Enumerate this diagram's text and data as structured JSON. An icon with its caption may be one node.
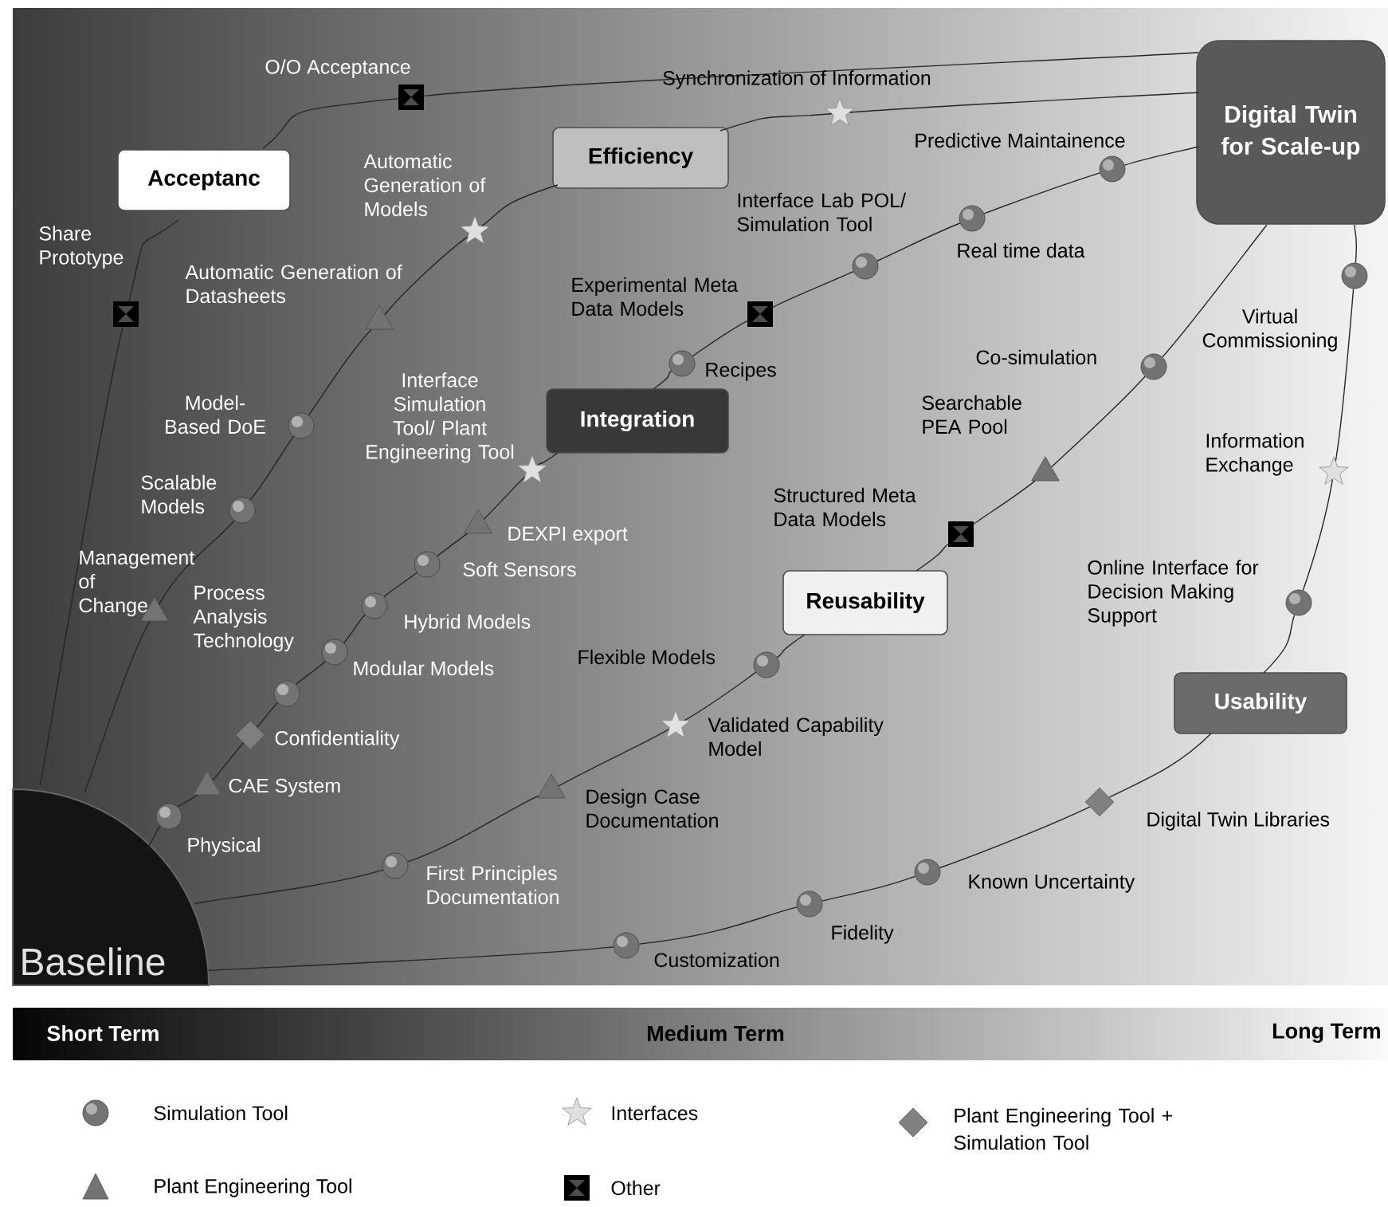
{
  "diagram": {
    "nodes": [
      {
        "text": [
          "Baseline"
        ]
      },
      {
        "text": [
          "Acceptanc"
        ]
      },
      {
        "text": [
          "Efficiency"
        ]
      },
      {
        "text": [
          "Integration"
        ]
      },
      {
        "text": [
          "Reusability"
        ]
      },
      {
        "text": [
          "Usability"
        ]
      },
      {
        "text": [
          "Digital Twin for Scale-up"
        ]
      },
      {
        "text": [],
        "shape": "square"
      },
      {
        "text": [],
        "shape": "square",
        "beside": [
          "O/O Acceptance"
        ]
      },
      {
        "text": [],
        "shape": "triangle",
        "beside": [
          "Management of Change"
        ]
      },
      {
        "text": [],
        "shape": "circle",
        "beside": [
          "Scalable Models"
        ]
      },
      {
        "text": [],
        "shape": "circle",
        "beside": [
          "Model-Based DoE"
        ]
      },
      {
        "text": [],
        "shape": "triangle",
        "beside": [
          "Automatic Generation of Datasheets"
        ]
      },
      {
        "text": [],
        "shape": "star",
        "beside": [
          "Automatic Generation of Models"
        ]
      },
      {
        "text": [],
        "shape": "star",
        "beside": [
          "Synchronization of Information"
        ]
      },
      {
        "text": [],
        "shape": "circle",
        "beside": [
          "Physical"
        ]
      },
      {
        "text": [],
        "shape": "triangle",
        "beside": [
          "CAE System"
        ]
      },
      {
        "text": [],
        "shape": "diamond",
        "beside": [
          "Confidentiality"
        ]
      },
      {
        "text": [],
        "shape": "circle",
        "beside": [
          "Process Analysis Technology"
        ]
      },
      {
        "text": [],
        "shape": "circle",
        "beside": [
          "Modular Models"
        ]
      },
      {
        "text": [],
        "shape": "circle",
        "beside": [
          "Hybrid Models"
        ]
      },
      {
        "text": [],
        "shape": "circle",
        "beside": [
          "Soft Sensors"
        ]
      },
      {
        "text": [],
        "shape": "triangle",
        "beside": [
          "DEXPI export"
        ]
      },
      {
        "text": [],
        "shape": "star",
        "beside": [
          "Interface Simulation Tool/ Plant Engineering Tool"
        ]
      },
      {
        "text": [],
        "shape": "circle",
        "beside": [
          "Recipes"
        ]
      },
      {
        "text": [],
        "shape": "square",
        "beside": [
          "Experimental Meta Data Models"
        ]
      },
      {
        "text": [],
        "shape": "circle",
        "beside": [
          "Interface Lab POL/ Simulation Tool"
        ]
      },
      {
        "text": [],
        "shape": "circle",
        "beside": [
          "Real time data"
        ]
      },
      {
        "text": [],
        "shape": "circle",
        "beside": [
          "Predictive Maintainence"
        ]
      },
      {
        "text": [],
        "shape": "circle",
        "beside": [
          "First Principles Documentation"
        ]
      },
      {
        "text": [],
        "shape": "triangle",
        "beside": [
          "Design Case Documentation"
        ]
      },
      {
        "text": [],
        "shape": "star",
        "beside": [
          "Validated Capability Model"
        ]
      },
      {
        "text": [],
        "shape": "circle",
        "beside": [
          "Flexible Models"
        ]
      },
      {
        "text": [],
        "shape": "square",
        "beside": [
          "Structured Meta Data Models"
        ]
      },
      {
        "text": [],
        "shape": "triangle",
        "beside": [
          "Searchable PEA Pool"
        ]
      },
      {
        "text": [],
        "shape": "circle",
        "beside": [
          "Co-simulation"
        ]
      },
      {
        "text": [],
        "shape": "circle",
        "beside": [
          "Customization"
        ]
      },
      {
        "text": [],
        "shape": "circle",
        "beside": [
          "Fidelity"
        ]
      },
      {
        "text": [],
        "shape": "circle",
        "beside": [
          "Known Uncertainty"
        ]
      },
      {
        "text": [],
        "shape": "diamond",
        "beside": [
          "Digital Twin Libraries"
        ]
      },
      {
        "text": [],
        "shape": "circle",
        "beside": [
          "Online Interface for Decision Making Support"
        ]
      },
      {
        "text": [],
        "shape": "star",
        "beside": [
          "Information Exchange"
        ]
      },
      {
        "text": [],
        "shape": "circle",
        "beside": [
          "Virtual Commissioning"
        ]
      }
    ],
    "edges": [
      {
        "from": 0,
        "to": 7,
        "arrow": "none"
      },
      {
        "from": 7,
        "to": 1,
        "arrow": "none"
      },
      {
        "from": 1,
        "to": 8,
        "arrow": "none"
      },
      {
        "from": 8,
        "to": 6,
        "arrow": "none"
      },
      {
        "from": 0,
        "to": 9,
        "arrow": "none"
      },
      {
        "from": 9,
        "to": 10,
        "arrow": "none"
      },
      {
        "from": 10,
        "to": 11,
        "arrow": "none"
      },
      {
        "from": 11,
        "to": 12,
        "arrow": "none"
      },
      {
        "from": 12,
        "to": 13,
        "arrow": "none"
      },
      {
        "from": 13,
        "to": 2,
        "arrow": "none"
      },
      {
        "from": 2,
        "to": 14,
        "arrow": "none"
      },
      {
        "from": 14,
        "to": 6,
        "arrow": "none"
      },
      {
        "from": 0,
        "to": 15,
        "arrow": "none"
      },
      {
        "from": 15,
        "to": 16,
        "arrow": "none"
      },
      {
        "from": 16,
        "to": 17,
        "arrow": "none"
      },
      {
        "from": 17,
        "to": 18,
        "arrow": "none"
      },
      {
        "from": 18,
        "to": 19,
        "arrow": "none"
      },
      {
        "from": 19,
        "to": 20,
        "arrow": "none"
      },
      {
        "from": 20,
        "to": 21,
        "arrow": "none"
      },
      {
        "from": 21,
        "to": 22,
        "arrow": "none"
      },
      {
        "from": 22,
        "to": 23,
        "arrow": "none"
      },
      {
        "from": 23,
        "to": 3,
        "arrow": "none"
      },
      {
        "from": 3,
        "to": 24,
        "arrow": "none"
      },
      {
        "from": 24,
        "to": 25,
        "arrow": "none"
      },
      {
        "from": 25,
        "to": 26,
        "arrow": "none"
      },
      {
        "from": 26,
        "to": 27,
        "arrow": "none"
      },
      {
        "from": 27,
        "to": 28,
        "arrow": "none"
      },
      {
        "from": 28,
        "to": 6,
        "arrow": "none"
      },
      {
        "from": 0,
        "to": 29,
        "arrow": "none"
      },
      {
        "from": 29,
        "to": 30,
        "arrow": "none"
      },
      {
        "from": 30,
        "to": 31,
        "arrow": "none"
      },
      {
        "from": 31,
        "to": 32,
        "arrow": "none"
      },
      {
        "from": 32,
        "to": 4,
        "arrow": "none"
      },
      {
        "from": 4,
        "to": 33,
        "arrow": "none"
      },
      {
        "from": 33,
        "to": 34,
        "arrow": "none"
      },
      {
        "from": 34,
        "to": 35,
        "arrow": "none"
      },
      {
        "from": 35,
        "to": 6,
        "arrow": "none"
      },
      {
        "from": 0,
        "to": 36,
        "arrow": "none"
      },
      {
        "from": 36,
        "to": 37,
        "arrow": "none"
      },
      {
        "from": 37,
        "to": 38,
        "arrow": "none"
      },
      {
        "from": 38,
        "to": 39,
        "arrow": "none"
      },
      {
        "from": 39,
        "to": 5,
        "arrow": "none"
      },
      {
        "from": 5,
        "to": 40,
        "arrow": "none"
      },
      {
        "from": 40,
        "to": 41,
        "arrow": "none"
      },
      {
        "from": 41,
        "to": 42,
        "arrow": "none"
      },
      {
        "from": 42,
        "to": 6,
        "arrow": "none"
      }
    ],
    "labels": [
      "Share Prototype",
      "Short Term",
      "Medium Term",
      "Long Term"
    ],
    "legend": [
      {
        "text": "Simulation Tool"
      },
      {
        "text": "Interfaces"
      },
      {
        "text": "Plant Engineering Tool + Simulation Tool"
      },
      {
        "text": "Plant Engineering Tool"
      },
      {
        "text": "Other"
      }
    ]
  }
}
